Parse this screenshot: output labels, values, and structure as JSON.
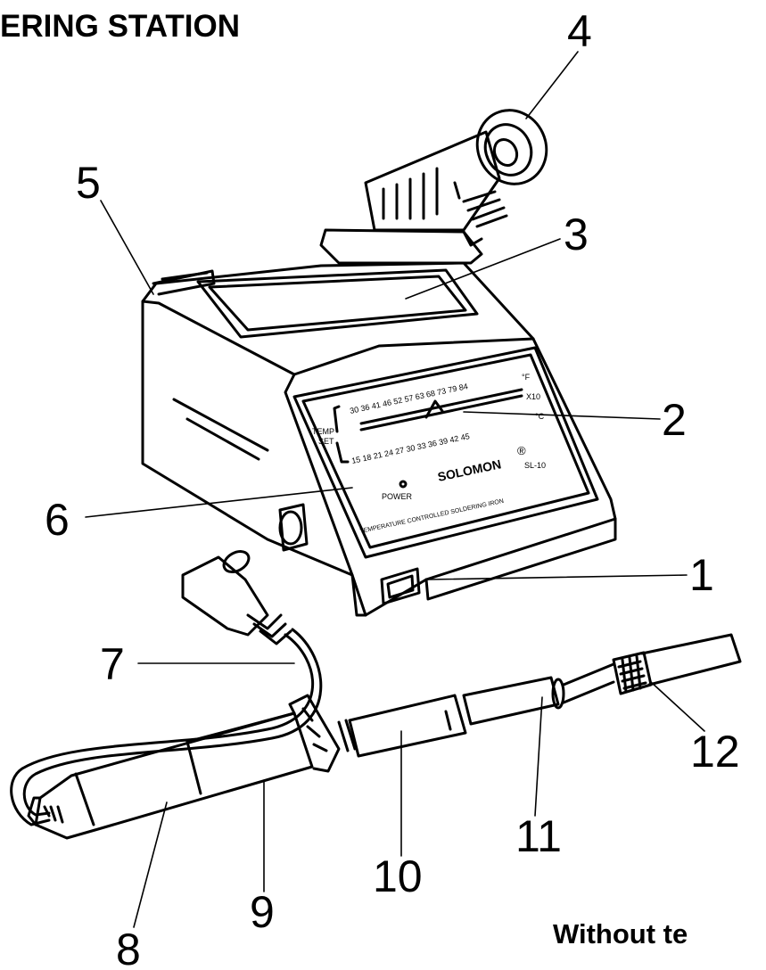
{
  "header": {
    "title": "ERING STATION"
  },
  "footer": {
    "note": "Without te"
  },
  "callouts": [
    "1",
    "2",
    "3",
    "4",
    "5",
    "6",
    "7",
    "8",
    "9",
    "10",
    "11",
    "12"
  ],
  "panel": {
    "temp": "TEMP",
    "set": "SET",
    "unit_f": "°F",
    "x10": "X10",
    "unit_c": "°C",
    "f_scale": "30 36 41 46 52 57 63 68 73 79 84",
    "c_scale": "15 18 21 24 27 30 33 36 39 42 45",
    "power": "POWER",
    "brand": "SOLOMON",
    "registered": "®",
    "model": "SL-10",
    "caption": "TEMPERATURE CONTROLLED SOLDERING IRON"
  }
}
